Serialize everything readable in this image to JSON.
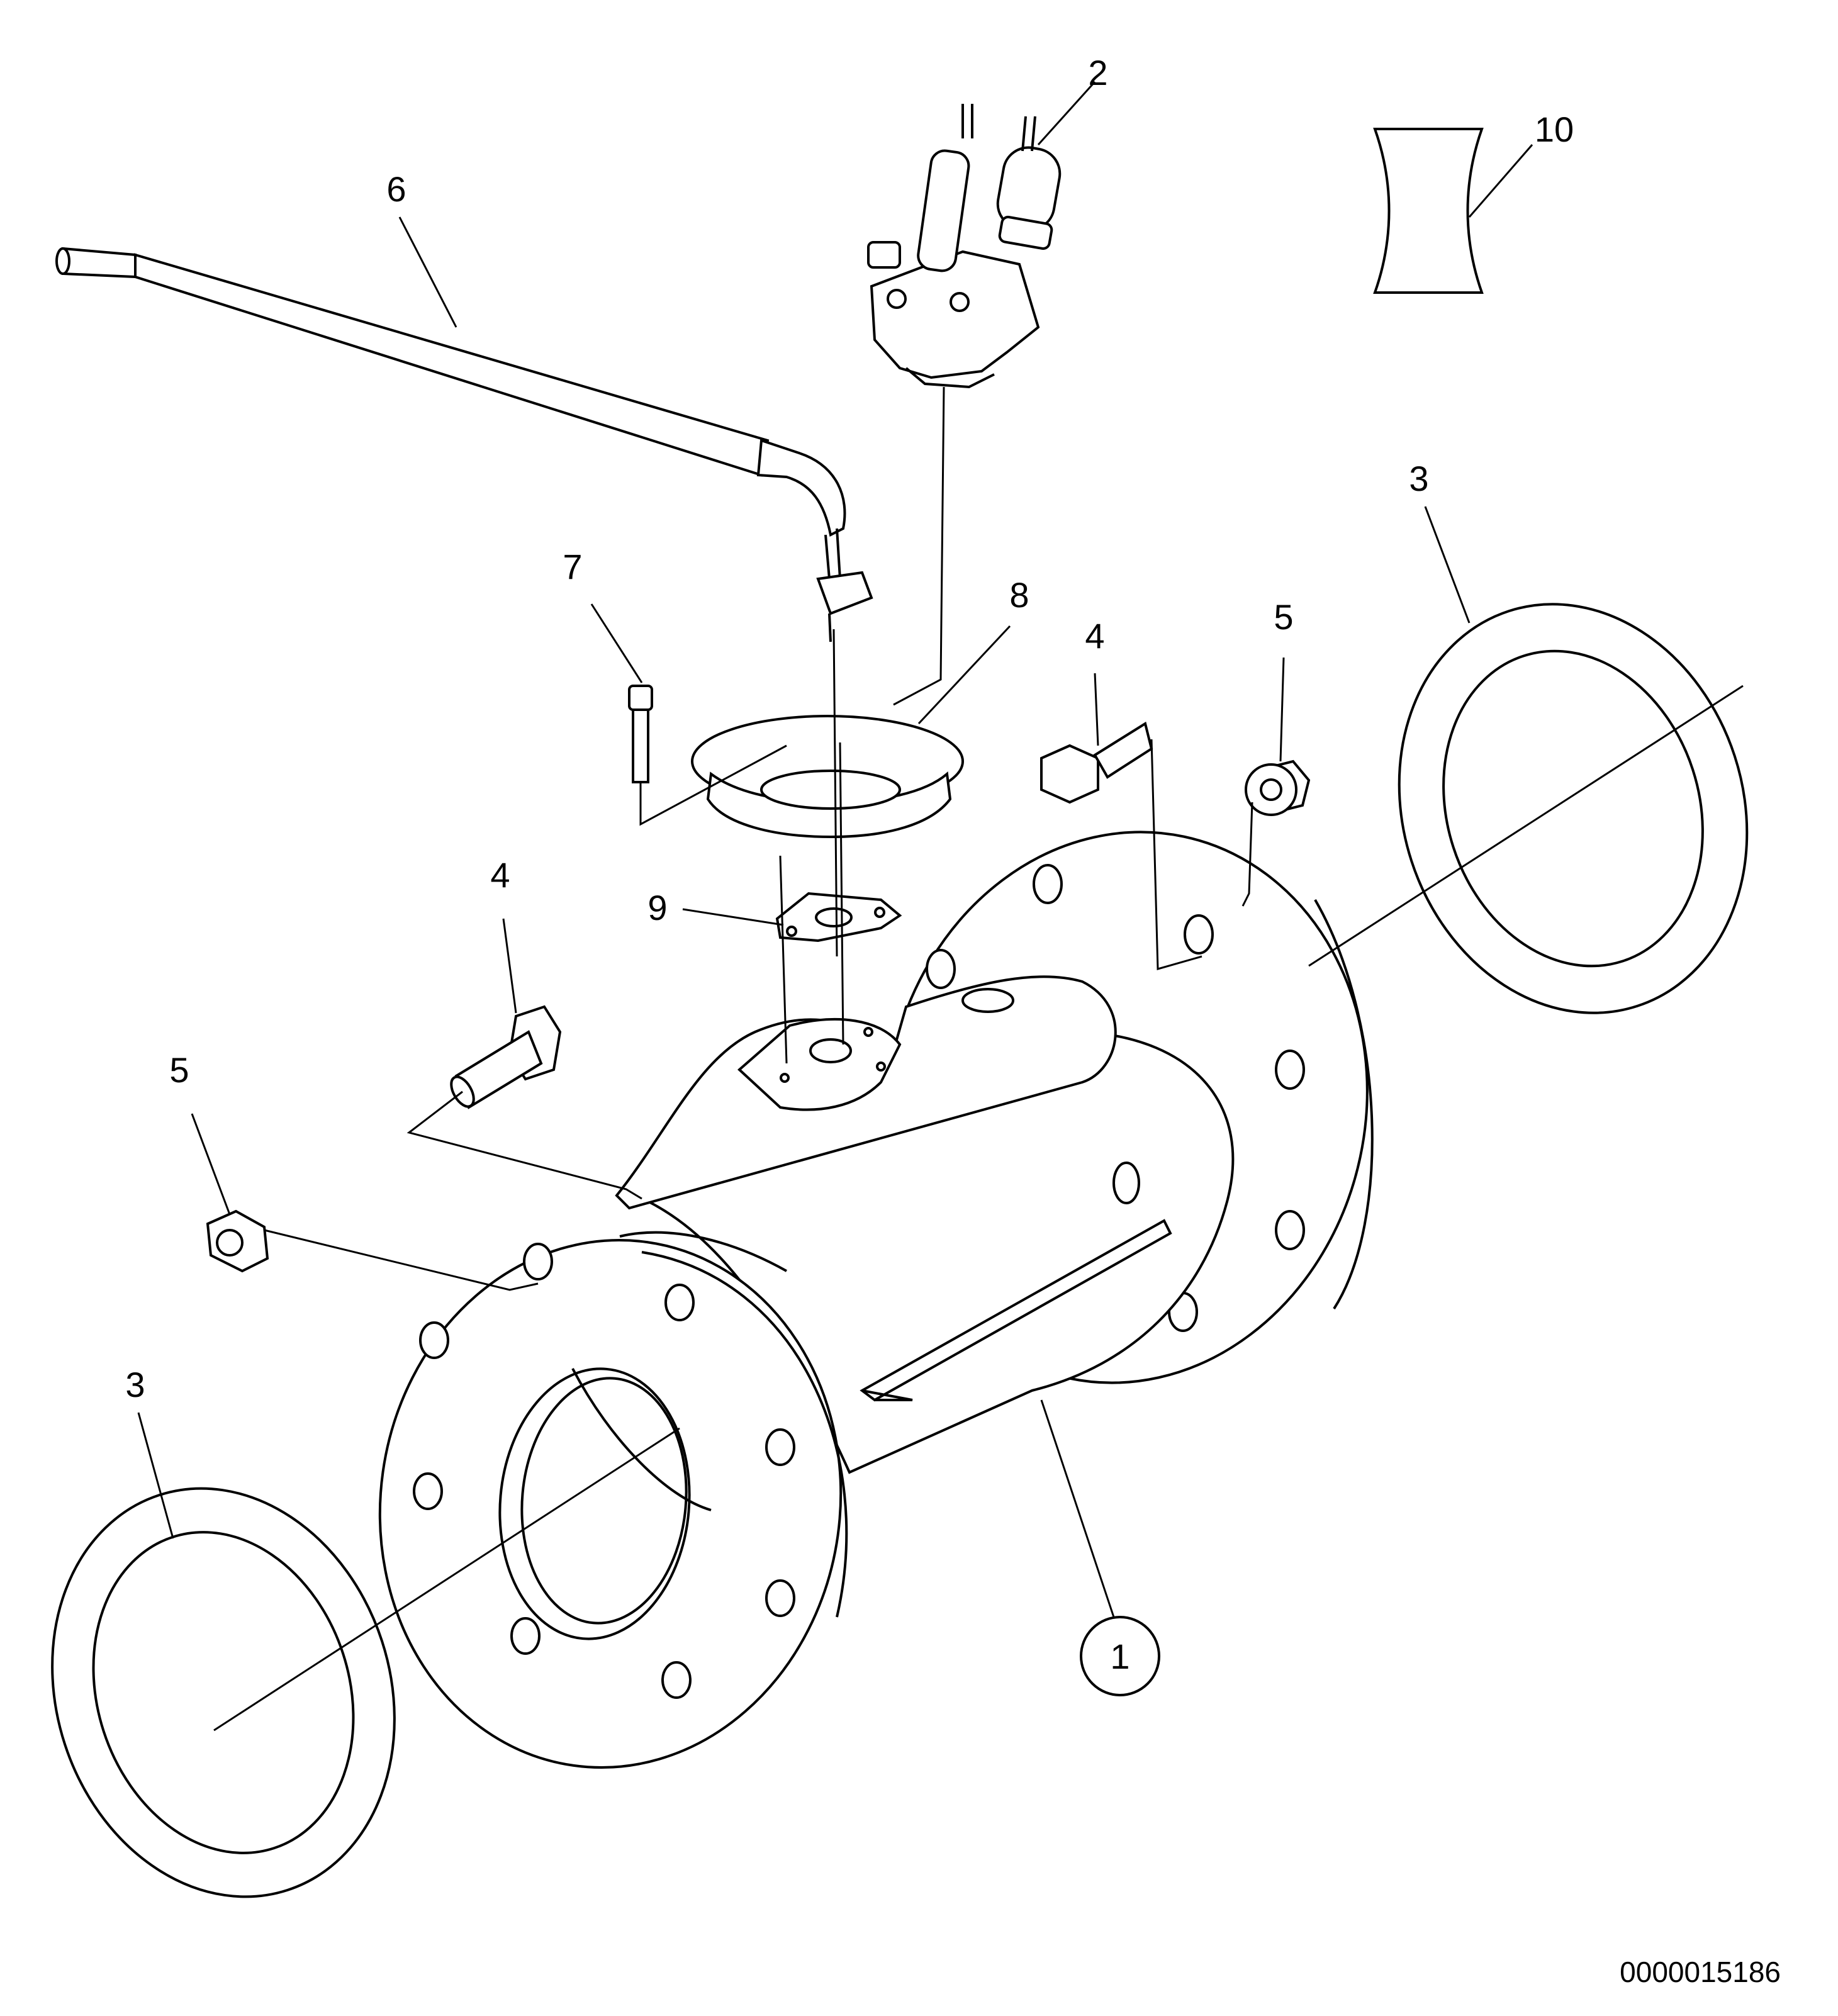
{
  "diagram": {
    "callouts": [
      {
        "id": "c1",
        "label": "1",
        "circled": true
      },
      {
        "id": "c2",
        "label": "2"
      },
      {
        "id": "c3a",
        "label": "3"
      },
      {
        "id": "c3b",
        "label": "3"
      },
      {
        "id": "c4a",
        "label": "4"
      },
      {
        "id": "c4b",
        "label": "4"
      },
      {
        "id": "c5a",
        "label": "5"
      },
      {
        "id": "c5b",
        "label": "5"
      },
      {
        "id": "c6",
        "label": "6"
      },
      {
        "id": "c7",
        "label": "7"
      },
      {
        "id": "c8",
        "label": "8"
      },
      {
        "id": "c9",
        "label": "9"
      },
      {
        "id": "c10",
        "label": "10"
      }
    ],
    "drawing_number": "0000015186"
  }
}
